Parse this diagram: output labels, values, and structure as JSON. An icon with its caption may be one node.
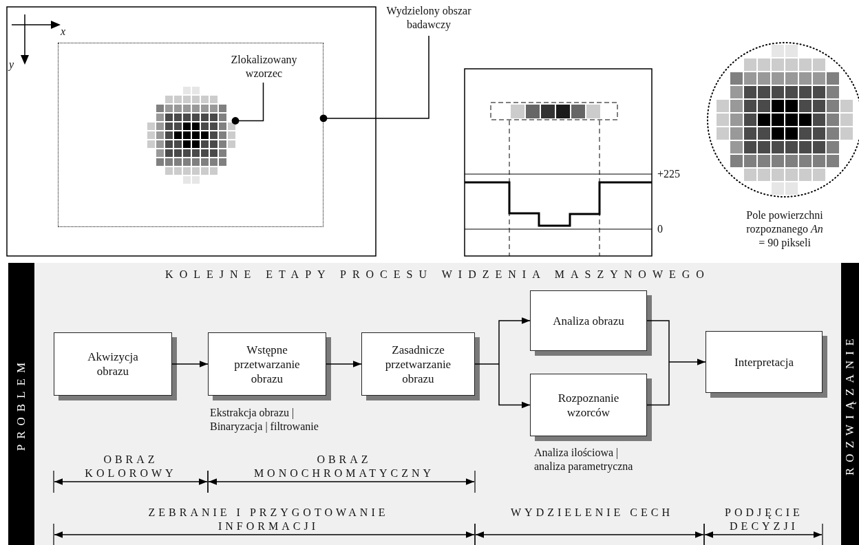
{
  "diagram": {
    "nodes": [
      {
        "text": [],
        "shape": "box"
      },
      {
        "text": [
          "Zlokalizowany wzorzec"
        ],
        "in": 0
      },
      {
        "text": [],
        "shape": "picture",
        "in": 0
      },
      {
        "text": [
          "Wydzielony obszar badawczy"
        ]
      },
      {
        "text": [
          "KOLEJNE ETAPY PROCESU WIDZENIA MASZYNOWEGO"
        ]
      },
      {
        "text": [
          "PROBLEM"
        ]
      },
      {
        "text": [
          "ROZWIĄZANIE"
        ]
      },
      {
        "text": [
          "Akwizycja obrazu"
        ],
        "in": 4
      },
      {
        "text": [
          "Wstępne przetwarzanie obrazu"
        ],
        "in": 4,
        "beside": [
          "Ekstrakcja obrazu | Binaryzacja | filtrowanie"
        ]
      },
      {
        "text": [
          "Zasadnicze przetwarzanie obrazu"
        ],
        "in": 4
      },
      {
        "text": [
          "Analiza obrazu"
        ],
        "in": 4
      },
      {
        "text": [
          "Rozpoznanie wzorców"
        ],
        "in": 4,
        "beside": [
          "Analiza ilościowa | analiza parametryczna"
        ]
      },
      {
        "text": [
          "Interpretacja"
        ],
        "in": 4
      }
    ],
    "edges": [
      {
        "from": 1,
        "to": 2,
        "arrow": "other"
      },
      {
        "from": 3,
        "to": 0,
        "arrow": "other"
      },
      {
        "from": 7,
        "to": 8,
        "arrow": "to"
      },
      {
        "from": 8,
        "to": 9,
        "arrow": "to"
      },
      {
        "from": 9,
        "to": 10,
        "arrow": "to"
      },
      {
        "from": 9,
        "to": 11,
        "arrow": "to"
      },
      {
        "from": 10,
        "to": 12,
        "arrow": "to"
      },
      {
        "from": 11,
        "to": 12,
        "arrow": "to"
      }
    ],
    "labels": [
      "x",
      "y",
      "+225",
      "0",
      "Pole powierzchni rozpoznanego *An* = 90 pikseli",
      "OBRAZ KOLOROWY",
      "OBRAZ MONOCHROMATYCZNY",
      "ZEBRANIE I PRZYGOTOWANIE INFORMACJI",
      "WYDZIELENIE CECH",
      "PODJĘCIE DECYZJI"
    ]
  }
}
